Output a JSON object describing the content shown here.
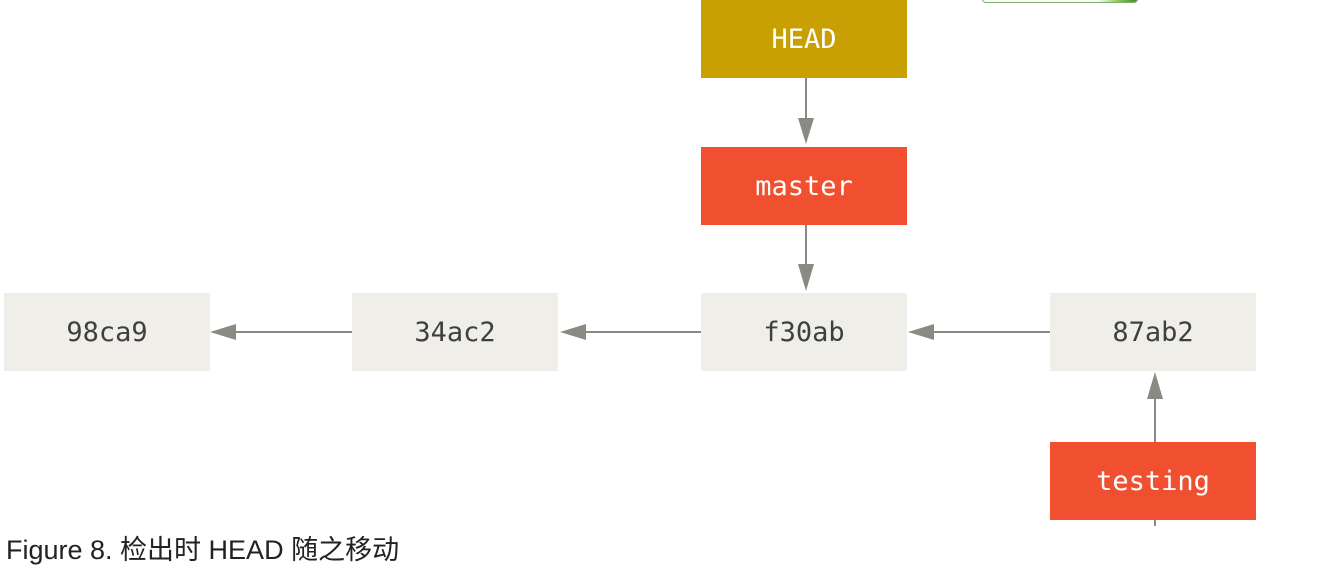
{
  "diagram": {
    "head_label": "HEAD",
    "branches": {
      "master": "master",
      "testing": "testing"
    },
    "commits": [
      "98ca9",
      "34ac2",
      "f30ab",
      "87ab2"
    ],
    "colors": {
      "commit_fill": "#efeee8",
      "commit_text": "#3f3f3f",
      "branch_fill": "#f05030",
      "head_fill": "#c9a003",
      "arrow": "#8a8a84"
    }
  },
  "caption": "Figure 8. 检出时 HEAD 随之移动"
}
